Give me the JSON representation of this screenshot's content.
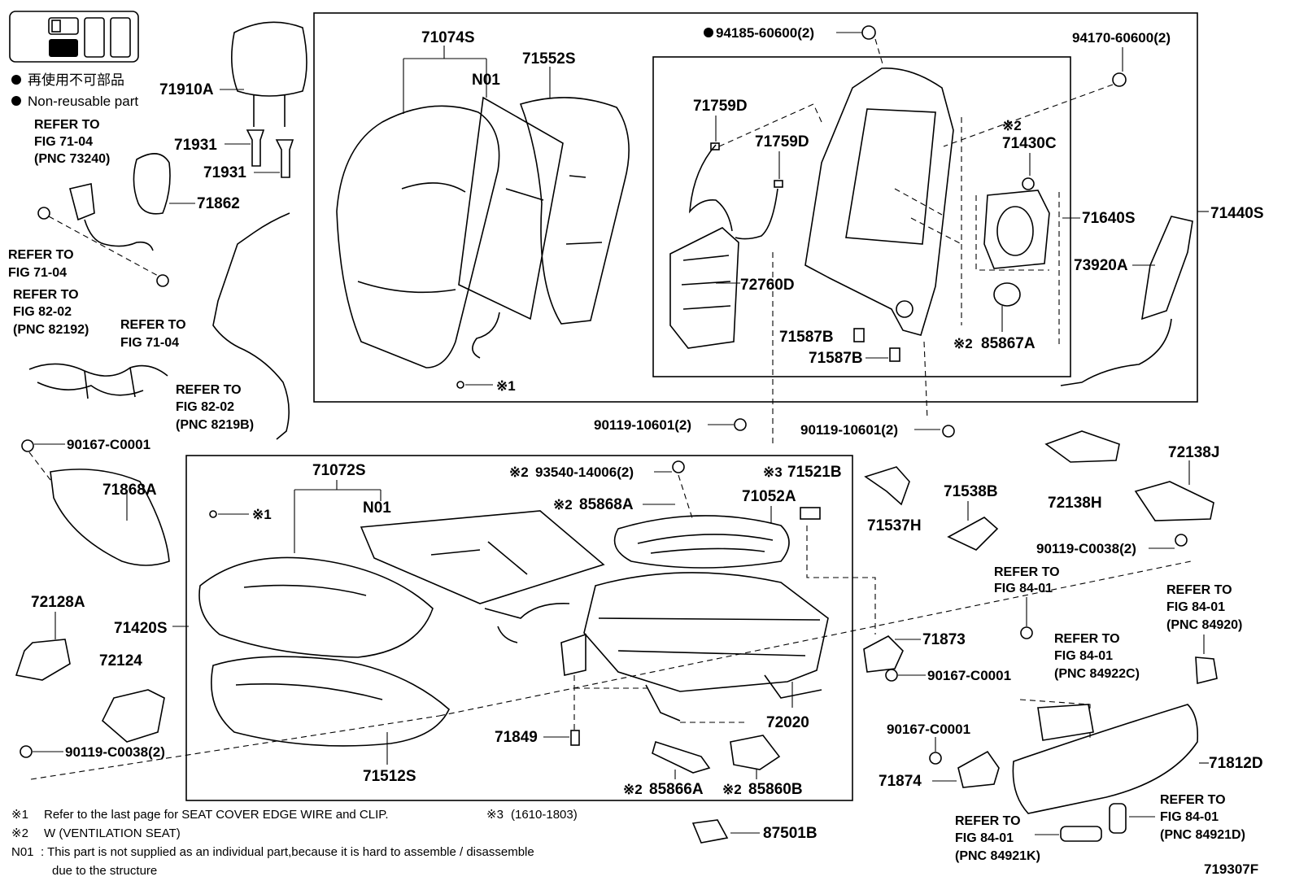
{
  "legend": {
    "non_reusable_jp": "再使用不可部品",
    "non_reusable_en": "Non-reusable part"
  },
  "labels": {
    "p71074S": "71074S",
    "p71552S": "71552S",
    "n01_top": "N01",
    "p94185": "94185-60600(2)",
    "p94170": "94170-60600(2)",
    "p71759D_a": "71759D",
    "p71759D_b": "71759D",
    "p71430C": "71430C",
    "p71640S": "71640S",
    "p71440S": "71440S",
    "p73920A": "73920A",
    "p72760D": "72760D",
    "p71587B_a": "71587B",
    "p71587B_b": "71587B",
    "p85867A": "85867A",
    "x1_top": "※1",
    "p71910A": "71910A",
    "p71931_a": "71931",
    "p71931_b": "71931",
    "p71862": "71862",
    "p90119_10601_a": "90119-10601(2)",
    "p90119_10601_b": "90119-10601(2)",
    "p90167_a": "90167-C0001",
    "p71868A": "71868A",
    "p71072S": "71072S",
    "n01_bottom": "N01",
    "x1_bottom": "※1",
    "p93540": "93540-14006(2)",
    "p71521B": "71521B",
    "p85868A": "85868A",
    "p71052A": "71052A",
    "p71537H": "71537H",
    "p71538B": "71538B",
    "p72138H": "72138H",
    "p72138J": "72138J",
    "p90119_C0038_a": "90119-C0038(2)",
    "p72128A": "72128A",
    "p71420S": "71420S",
    "p72124": "72124",
    "p71873": "71873",
    "p90167_b": "90167-C0001",
    "p72020": "72020",
    "p71849": "71849",
    "p90119_C0038_b": "90119-C0038(2)",
    "p71512S": "71512S",
    "p85866A": "85866A",
    "p85860B": "85860B",
    "p90167_c": "90167-C0001",
    "p71874": "71874",
    "p71812D": "71812D",
    "p87501B": "87501B",
    "x2": "※2",
    "x3": "※3"
  },
  "refs": {
    "r1": [
      "REFER TO",
      "FIG 71-04",
      "(PNC 73240)"
    ],
    "r2": [
      "REFER TO",
      "FIG 71-04"
    ],
    "r3": [
      "REFER TO",
      "FIG 82-02",
      "(PNC 82192)"
    ],
    "r4": [
      "REFER TO",
      "FIG 71-04"
    ],
    "r5": [
      "REFER TO",
      "FIG 82-02",
      "(PNC 8219B)"
    ],
    "r6": [
      "REFER TO",
      "FIG 84-01"
    ],
    "r7": [
      "REFER TO",
      "FIG 84-01",
      "(PNC 84920)"
    ],
    "r8": [
      "REFER TO",
      "FIG 84-01",
      "(PNC 84922C)"
    ],
    "r9": [
      "REFER TO",
      "FIG 84-01",
      "(PNC 84921D)"
    ],
    "r10": [
      "REFER TO",
      "FIG 84-01",
      "(PNC 84921K)"
    ]
  },
  "footnotes": {
    "n1_mark": "※1",
    "n1_text": "Refer to the last page for SEAT COVER EDGE WIRE and CLIP.",
    "n3_mark": "※3",
    "n3_text": "(1610-1803)",
    "n2_mark": "※2",
    "n2_text": "W (VENTILATION SEAT)",
    "n01_mark": "N01",
    "n01_text": ": This part is not supplied as an individual part,because it is hard to assemble / disassemble",
    "n01_text2": "due to the structure"
  },
  "figure_id": "719307F"
}
